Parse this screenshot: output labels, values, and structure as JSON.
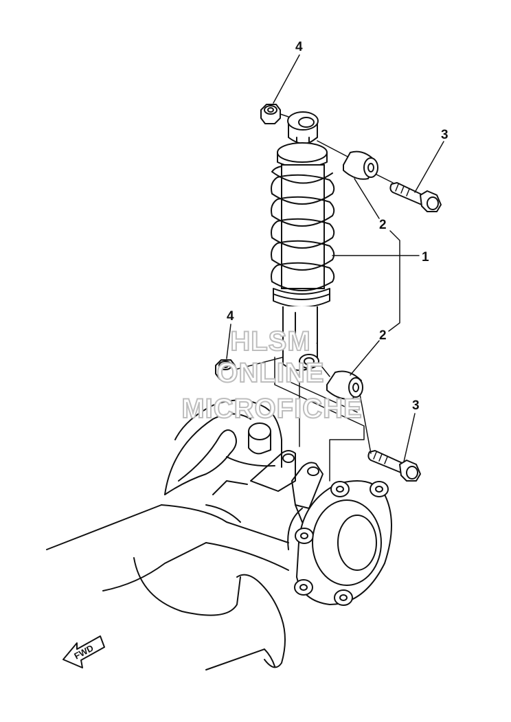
{
  "callouts": {
    "shock_absorber": "1",
    "collar_upper": "2",
    "collar_lower": "2",
    "bolt_upper": "3",
    "bolt_lower": "3",
    "nut_upper": "4",
    "nut_lower": "4"
  },
  "watermark": {
    "line1": "HLSM",
    "line2": "ONLINE",
    "line3": "MICROFICHE",
    "color": "#bdbdbd"
  },
  "direction_badge": {
    "label": "FWD"
  },
  "colors": {
    "line": "#111111",
    "background": "#ffffff"
  }
}
